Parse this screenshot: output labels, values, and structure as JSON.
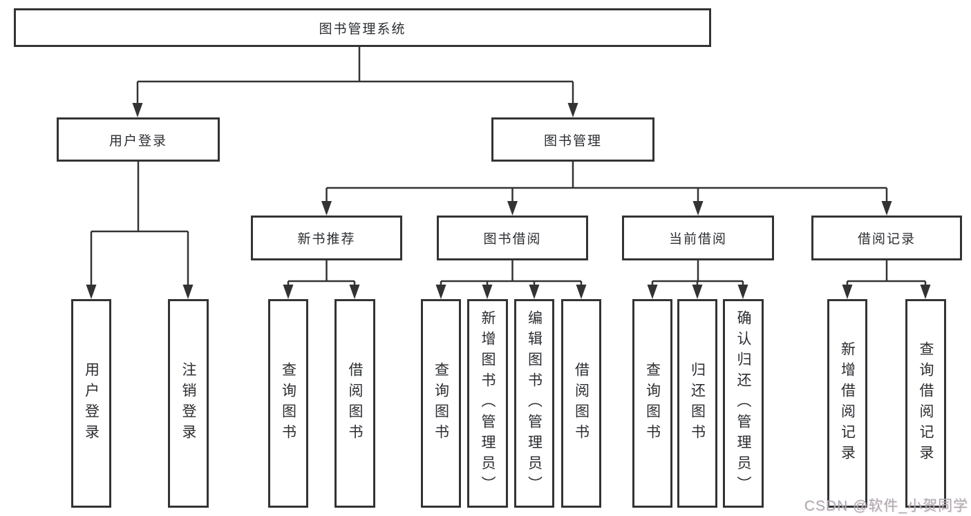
{
  "title": "图书管理系统",
  "tree": {
    "root": "图书管理系统",
    "level2": [
      "用户登录",
      "图书管理"
    ],
    "level3": [
      "新书推荐",
      "图书借阅",
      "当前借阅",
      "借阅记录"
    ],
    "leaves": [
      "用户登录",
      "注销登录",
      "查询图书",
      "借阅图书",
      "查询图书",
      "新增图书（管理员）",
      "编辑图书（管理员）",
      "借阅图书",
      "查询图书",
      "归还图书",
      "确认归还（管理员）",
      "新增借阅记录",
      "查询借阅记录"
    ]
  },
  "hierarchy": {
    "图书管理系统": [
      "用户登录",
      "图书管理"
    ],
    "用户登录": [
      "用户登录",
      "注销登录"
    ],
    "图书管理": [
      "新书推荐",
      "图书借阅",
      "当前借阅",
      "借阅记录"
    ],
    "新书推荐": [
      "查询图书",
      "借阅图书"
    ],
    "图书借阅": [
      "查询图书",
      "新增图书（管理员）",
      "编辑图书（管理员）",
      "借阅图书"
    ],
    "当前借阅": [
      "查询图书",
      "归还图书",
      "确认归还（管理员）"
    ],
    "借阅记录": [
      "新增借阅记录",
      "查询借阅记录"
    ]
  },
  "watermark": "CSDN @软件_小贺同学",
  "colors": {
    "line": "#333333",
    "text": "#2b2d31",
    "box_background": "#ffffff",
    "watermark": "#a9aeb4"
  }
}
